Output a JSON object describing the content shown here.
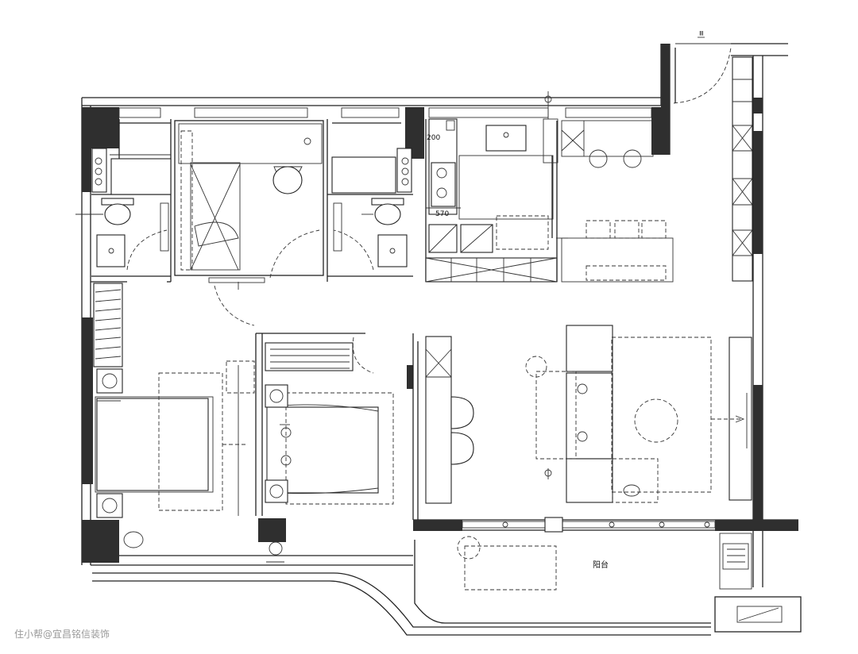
{
  "plan": {
    "balcony_label": "阳台",
    "dim_200": "200",
    "dim_570": "570",
    "north_mark": "≡|"
  },
  "watermark": "住小帮@宜昌铭信装饰",
  "colors": {
    "wall": "#2f2f2f",
    "line": "#222222"
  }
}
